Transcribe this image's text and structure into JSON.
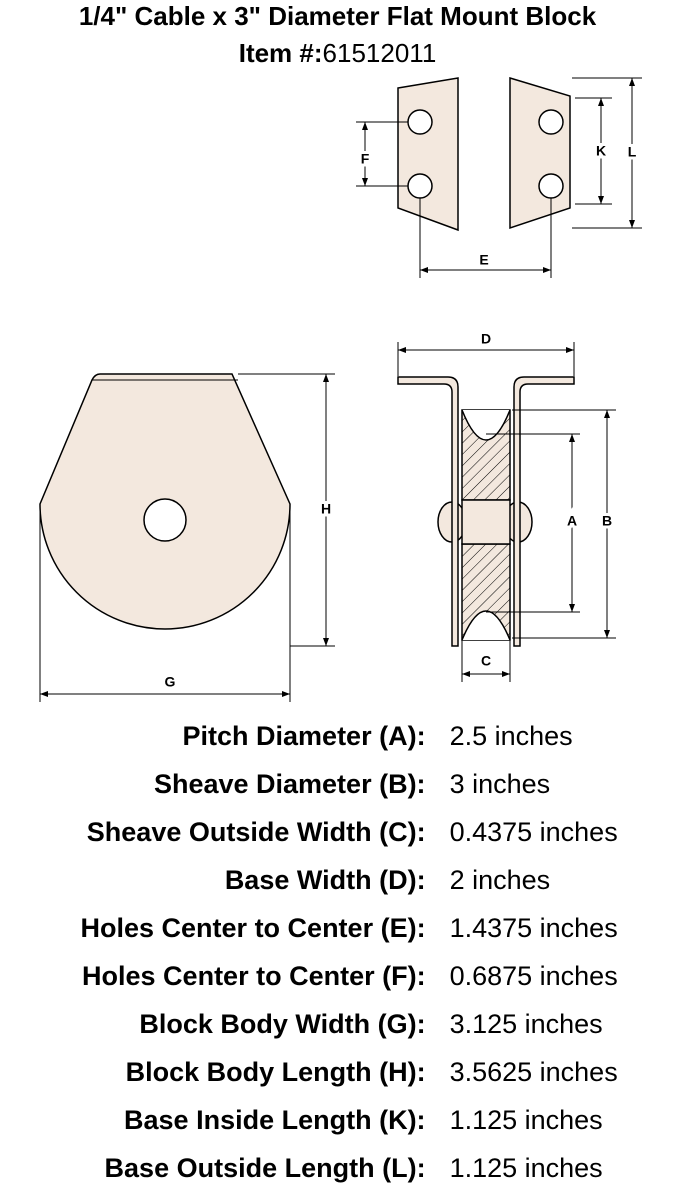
{
  "title": {
    "line1": "1/4\" Cable x 3\" Diameter Flat Mount Block",
    "item_prefix": "Item #:",
    "item_number": "61512011"
  },
  "dimension_letters": {
    "a": "A",
    "b": "B",
    "c": "C",
    "d": "D",
    "e": "E",
    "f": "F",
    "g": "G",
    "h": "H",
    "k": "K",
    "l": "L"
  },
  "specs": [
    {
      "label": "Pitch Diameter (A):",
      "value": "2.5 inches"
    },
    {
      "label": "Sheave Diameter (B):",
      "value": "3 inches"
    },
    {
      "label": "Sheave Outside Width (C):",
      "value": "0.4375 inches"
    },
    {
      "label": "Base Width (D):",
      "value": "2 inches"
    },
    {
      "label": "Holes Center to Center (E):",
      "value": "1.4375 inches"
    },
    {
      "label": "Holes Center to Center (F):",
      "value": "0.6875 inches"
    },
    {
      "label": "Block Body Width (G):",
      "value": "3.125 inches"
    },
    {
      "label": "Block Body Length (H):",
      "value": "3.5625 inches"
    },
    {
      "label": "Base Inside Length (K):",
      "value": "1.125 inches"
    },
    {
      "label": "Base Outside Length (L):",
      "value": "1.125 inches"
    }
  ],
  "colors": {
    "part_fill": "#f3e8de",
    "line": "#000000"
  }
}
